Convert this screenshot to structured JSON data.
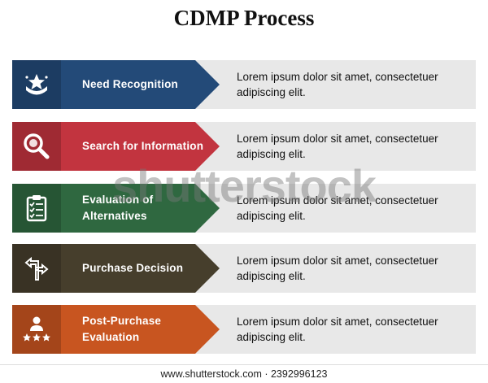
{
  "title": "CDMP Process",
  "colors": {
    "row_bg": "#e8e8e8",
    "step1": "#234a78",
    "step2": "#c2343f",
    "step3": "#2f6840",
    "step4": "#463e2c",
    "step5": "#c85520"
  },
  "steps": [
    {
      "label": "Need Recognition",
      "description": "Lorem ipsum dolor sit amet, consectetuer adipiscing elit.",
      "icon": "star-badge-icon",
      "color": "#234a78"
    },
    {
      "label": "Search for Information",
      "description": "Lorem ipsum dolor sit amet, consectetuer adipiscing elit.",
      "icon": "magnifier-icon",
      "color": "#c2343f"
    },
    {
      "label": "Evaluation of Alternatives",
      "description": "Lorem ipsum dolor sit amet, consectetuer adipiscing elit.",
      "icon": "clipboard-checklist-icon",
      "color": "#2f6840"
    },
    {
      "label": "Purchase Decision",
      "description": "Lorem ipsum dolor sit amet, consectetuer adipiscing elit.",
      "icon": "direction-sign-icon",
      "color": "#463e2c"
    },
    {
      "label": "Post-Purchase Evaluation",
      "description": "Lorem ipsum dolor sit amet, consectetuer adipiscing elit.",
      "icon": "person-rating-icon",
      "color": "#c85520"
    }
  ],
  "watermark": "shutterstock",
  "footer": "www.shutterstock.com · 2392996123"
}
